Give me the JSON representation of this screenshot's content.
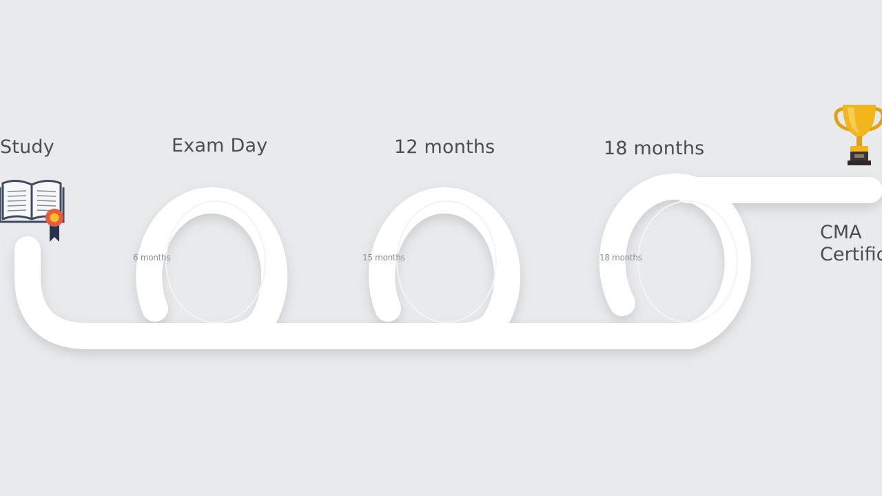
{
  "milestones": [
    {
      "title": "Study",
      "icon": "book-with-ribbon-icon"
    },
    {
      "title": "Exam Day",
      "loop_label": "6 months"
    },
    {
      "title": "12 months",
      "loop_label": "15 months"
    },
    {
      "title": "18 months",
      "loop_label": "18 months"
    }
  ],
  "goal": {
    "line1": "CMA",
    "line2": "Certific",
    "icon": "trophy-icon"
  },
  "colors": {
    "background": "#e9eaeb",
    "track": "#ffffff",
    "text": "#4a4d51",
    "trophy": "#f2b51c",
    "ribbon": "#e85a3a"
  }
}
